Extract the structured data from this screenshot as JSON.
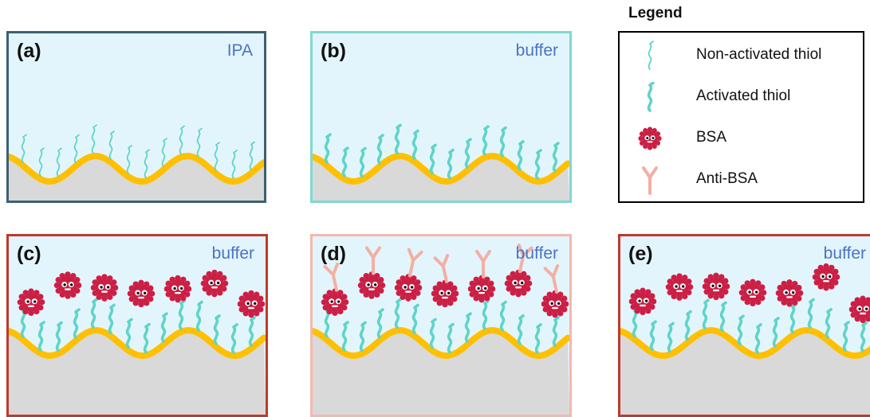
{
  "colors": {
    "panel_fill": "#e3f5fc",
    "substrate": "#d9d9d9",
    "gold_wave": "#ffc000",
    "thiol": "#5fd4c8",
    "bsa": "#cc1f45",
    "antibody": "#f2b0a3",
    "medium_text": "#4a73c4"
  },
  "legend": {
    "title": "Legend",
    "items": [
      {
        "label": "Non-activated thiol",
        "icon": "non-activated-thiol-icon"
      },
      {
        "label": "Activated thiol",
        "icon": "activated-thiol-icon"
      },
      {
        "label": "BSA",
        "icon": "bsa-icon"
      },
      {
        "label": "Anti-BSA",
        "icon": "anti-bsa-icon"
      }
    ]
  },
  "panels": [
    {
      "label": "(a)",
      "medium": "IPA",
      "border": "#3b6173",
      "thiol": "non-activated",
      "bsa": false,
      "antibody": false
    },
    {
      "label": "(b)",
      "medium": "buffer",
      "border": "#7fd8d0",
      "thiol": "activated",
      "bsa": false,
      "antibody": false
    },
    {
      "label": "(c)",
      "medium": "buffer",
      "border": "#c0392b",
      "thiol": "activated",
      "bsa": true,
      "antibody": false
    },
    {
      "label": "(d)",
      "medium": "buffer",
      "border": "#f4b8ad",
      "thiol": "activated",
      "bsa": true,
      "antibody": true
    },
    {
      "label": "(e)",
      "medium": "buffer",
      "border": "#c0392b",
      "thiol": "activated",
      "bsa": true,
      "antibody": false
    }
  ]
}
